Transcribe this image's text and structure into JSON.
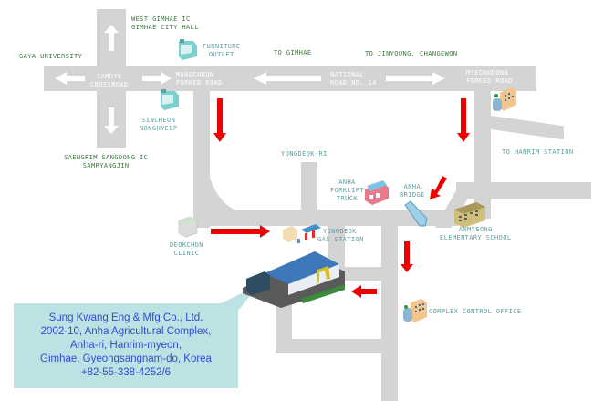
{
  "map": {
    "title": "Location map - Sung Kwang Eng & Mfg Co., Ltd.",
    "colors": {
      "road": "#d4d4d4",
      "arrow_red": "#ee0000",
      "arrow_white": "#ffffff",
      "label_green": "#3e7a3e",
      "label_teal": "#5e9ea0",
      "info_bg": "#bde2e3",
      "info_text": "#2e4fcf"
    },
    "road_labels": {
      "samgye": [
        "SAMGYE",
        "CROSSROAD"
      ],
      "mangcheon": [
        "MANGCHEON",
        "FORKED ROAD"
      ],
      "national_road": [
        "NATIONAL",
        "ROAD NO. 14"
      ],
      "myeongdong": [
        "MYEONGDONG",
        "FORKED ROAD"
      ]
    },
    "direction_labels": {
      "west_gimhae": [
        "WEST GIMHAE IC",
        "GIMHAE CITY HALL"
      ],
      "gaya": "GAYA UNIVERSITY",
      "to_gimhae": "TO GIMHAE",
      "to_jinyoung": "TO JINYOUNG, CHANGEWON",
      "saengrim": [
        "SAENGRIM SANGDONG IC",
        "SAMRYANGJIN"
      ],
      "yongdeok_ri": "YONGDEOK-RI",
      "to_hanrim": "TO HANRIM STATION"
    },
    "landmarks": {
      "furniture_outlet": [
        "FURNITURE",
        "OUTLET"
      ],
      "sincheon": [
        "SINCHEON",
        "NONGHYEOP"
      ],
      "deokchon": [
        "DEOKCHON",
        "CLINIC"
      ],
      "gas_station": [
        "YONGDEOK",
        "GAS STATION"
      ],
      "forklift": [
        "ANHA",
        "FORKLIFT",
        "TRUCK"
      ],
      "anha_bridge": [
        "ANHA",
        "BRIDGE"
      ],
      "anmyeong": [
        "ANMYEONG",
        "ELEMENTARY SCHOOL"
      ],
      "control_office": "COMPLEX CONTROL OFFICE"
    },
    "company": {
      "lines": [
        "Sung Kwang Eng & Mfg Co., Ltd.",
        "2002-10, Anha Agricultural Complex,",
        "Anha-ri, Hanrim-myeon,",
        "Gimhae, Gyeongsangnam-do, Korea",
        "+82-55-338-4252/6"
      ]
    }
  }
}
